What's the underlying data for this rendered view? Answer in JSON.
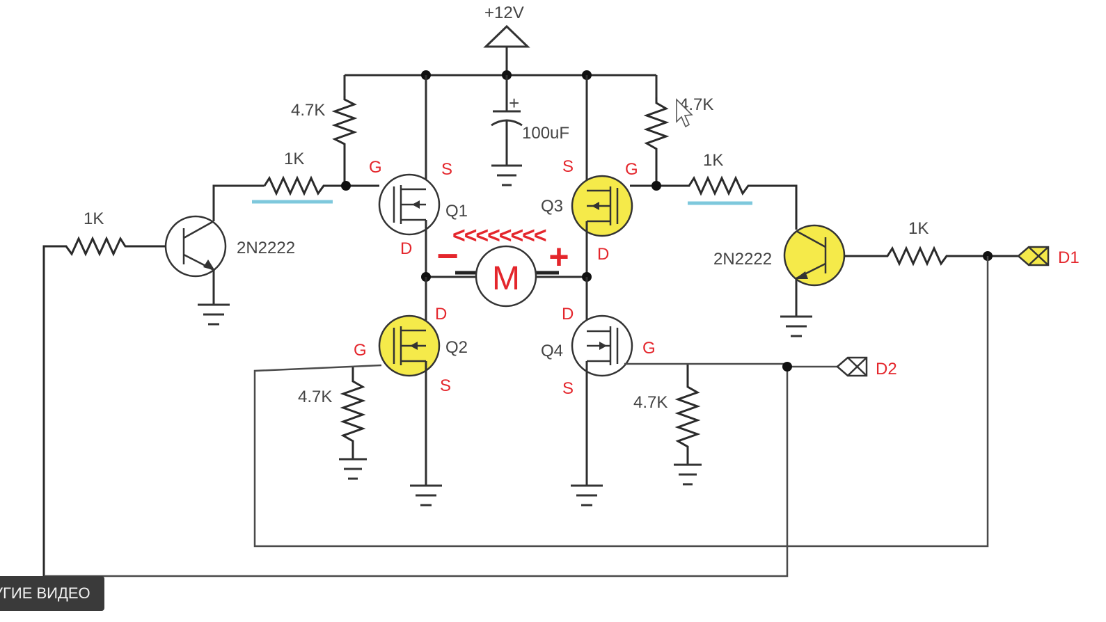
{
  "supply_label": "+12V",
  "capacitor_label": "100uF",
  "capacitor_plus": "+",
  "motor_label": "M",
  "motor_minus": "−",
  "motor_plus": "+",
  "current_arrows": "<<<<<<<<",
  "transistors": {
    "left_npn_label": "2N2222",
    "right_npn_label": "2N2222",
    "q1": "Q1",
    "q2": "Q2",
    "q3": "Q3",
    "q4": "Q4"
  },
  "pins": {
    "q1_g": "G",
    "q1_s": "S",
    "q1_d": "D",
    "q2_g": "G",
    "q2_s": "S",
    "q2_d": "D",
    "q3_g": "G",
    "q3_s": "S",
    "q3_d": "D",
    "q4_g": "G",
    "q4_s": "S",
    "q4_d": "D"
  },
  "resistors": {
    "r_left_pullup": "4.7K",
    "r_right_pullup": "4.7K",
    "r_left_gate": "1K",
    "r_right_gate": "1K",
    "r_left_base": "1K",
    "r_right_base": "1K",
    "r_left_pulldown": "4.7K",
    "r_right_pulldown": "4.7K"
  },
  "connectors": {
    "d1": "D1",
    "d2": "D2"
  },
  "overlay_button_label": "УГИЕ ВИДЕО",
  "colors": {
    "highlight_yellow": "#f5ea4a",
    "pin_red": "#e4262c",
    "marker_blue": "#7ec8dc"
  }
}
